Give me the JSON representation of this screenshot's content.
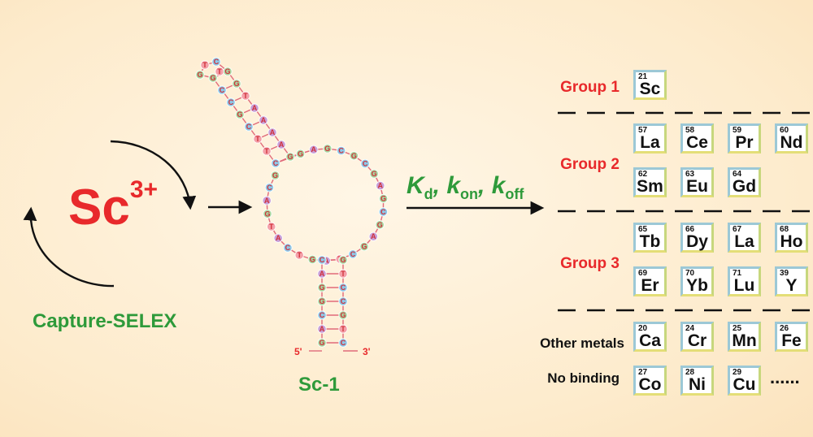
{
  "target_label": "Sc",
  "target_charge": "3+",
  "method_label": "Capture-SELEX",
  "aptamer_name": "Sc-1",
  "five_prime": "5'",
  "three_prime": "3'",
  "kinetics": {
    "kd_k": "K",
    "kd_sub": "d",
    "kon_k": "k",
    "kon_sub": "on",
    "koff_k": "k",
    "koff_sub": "off",
    "sep": ", "
  },
  "groups": [
    {
      "label": "Group 1",
      "rows": [
        [
          {
            "n": "21",
            "s": "Sc"
          }
        ]
      ]
    },
    {
      "label": "Group 2",
      "rows": [
        [
          {
            "n": "57",
            "s": "La"
          },
          {
            "n": "58",
            "s": "Ce"
          },
          {
            "n": "59",
            "s": "Pr"
          },
          {
            "n": "60",
            "s": "Nd"
          }
        ],
        [
          {
            "n": "62",
            "s": "Sm"
          },
          {
            "n": "63",
            "s": "Eu"
          },
          {
            "n": "64",
            "s": "Gd"
          }
        ]
      ]
    },
    {
      "label": "Group 3",
      "rows": [
        [
          {
            "n": "65",
            "s": "Tb"
          },
          {
            "n": "66",
            "s": "Dy"
          },
          {
            "n": "67",
            "s": "La"
          },
          {
            "n": "68",
            "s": "Ho"
          }
        ],
        [
          {
            "n": "69",
            "s": "Er"
          },
          {
            "n": "70",
            "s": "Yb"
          },
          {
            "n": "71",
            "s": "Lu"
          },
          {
            "n": "39",
            "s": "Y"
          }
        ]
      ]
    }
  ],
  "other_metals": {
    "label": "Other metals",
    "elements": [
      {
        "n": "20",
        "s": "Ca"
      },
      {
        "n": "24",
        "s": "Cr"
      },
      {
        "n": "25",
        "s": "Mn"
      },
      {
        "n": "26",
        "s": "Fe"
      }
    ]
  },
  "no_binding": {
    "label": "No binding",
    "elements": [
      {
        "n": "27",
        "s": "Co"
      },
      {
        "n": "28",
        "s": "Ni"
      },
      {
        "n": "29",
        "s": "Cu"
      }
    ],
    "ellipsis": "......"
  },
  "nucleotide_colors": {
    "G": "#a8d8a0",
    "C": "#8ec8e8",
    "A": "#c8a0d8",
    "T": "#f4a0a8"
  },
  "line_color": "#111111",
  "aptamer_line_color": "#e06a7a"
}
